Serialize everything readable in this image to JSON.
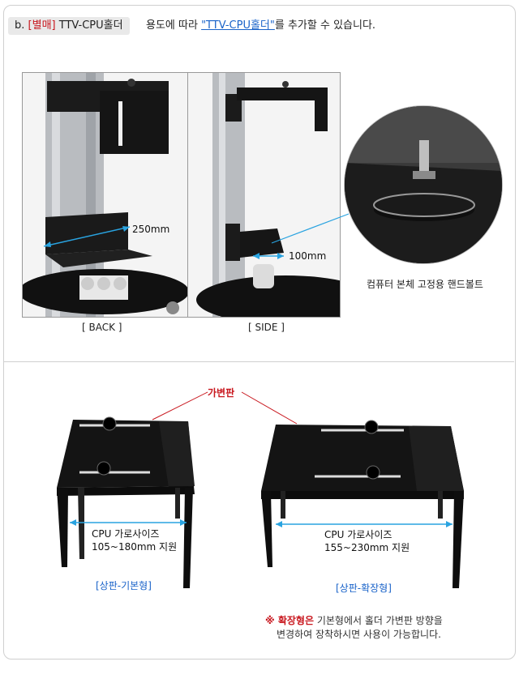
{
  "header": {
    "tag_prefix": "b.",
    "tag_bracket": "[별매]",
    "tag_name": "TTV-CPU홀더",
    "text_before": "용도에 따라 ",
    "text_link": "\"TTV-CPU홀더\"",
    "text_after": "를 추가할 수 있습니다."
  },
  "photos": {
    "back_caption": "[ BACK ]",
    "side_caption": "[ SIDE ]",
    "back_measure": "250mm",
    "side_measure": "100mm",
    "bolt_caption": "컴퓨터 본체 고정용 핸드볼트"
  },
  "holders": {
    "callout": "가변판",
    "basic": {
      "size_line1": "CPU 가로사이즈",
      "size_line2": "105~180mm 지원",
      "label": "[상판-기본형]"
    },
    "extended": {
      "size_line1": "CPU 가로사이즈",
      "size_line2": "155~230mm 지원",
      "label": "[상판-확장형]"
    }
  },
  "note": {
    "mark": "※ 확장형은",
    "line1_rest": " 기본형에서 홀더 가변판 방향을",
    "line2": "변경하여 장착하시면 사용이 가능합니다."
  },
  "colors": {
    "accent_red": "#c8161d",
    "accent_blue": "#1a63c9",
    "measure_line": "#29a3e0"
  }
}
